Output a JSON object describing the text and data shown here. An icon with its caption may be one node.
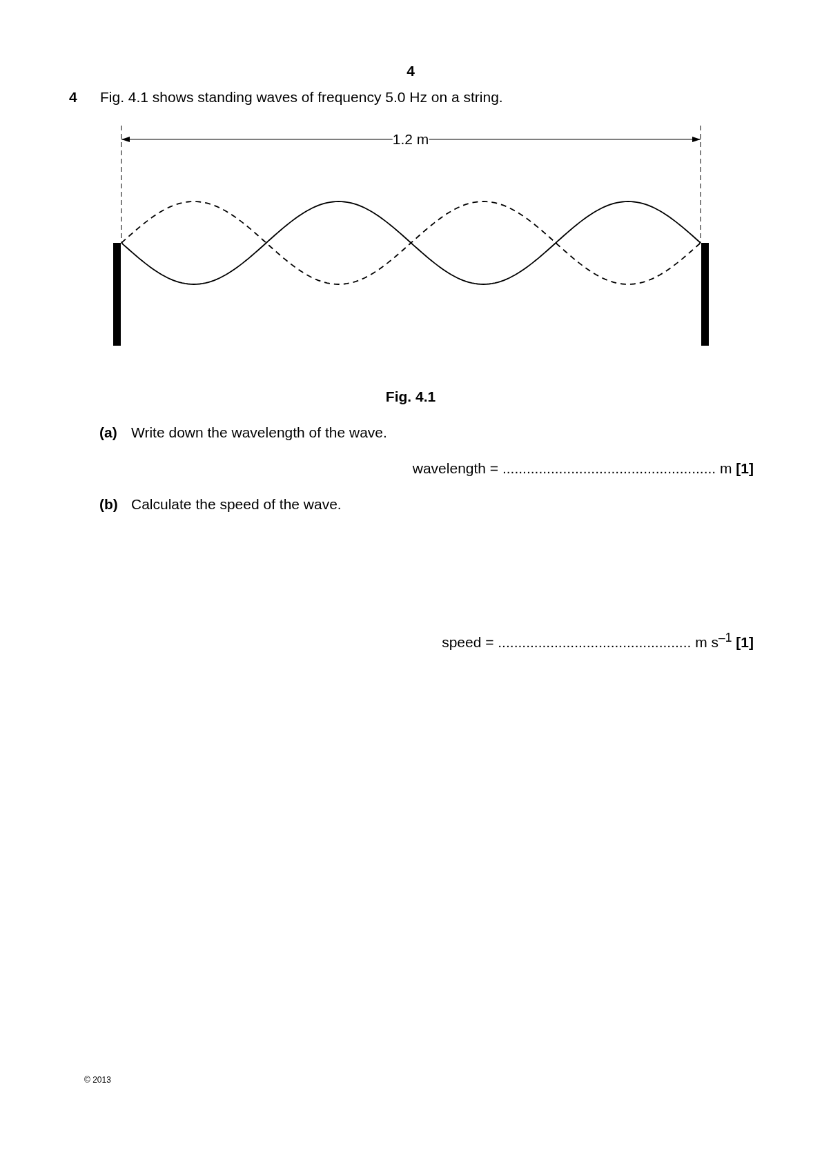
{
  "diagram": {
    "caption": "Fig. 4.1",
    "labels": [
      "4",
      "4",
      "Fig. 4.1 shows standing waves of frequency 5.0 Hz on a string.",
      "1.2 m",
      "(a)",
      "Write down the wavelength of the wave.",
      "wavelength = ..................................................... m **[1]**",
      "(b)",
      "Calculate the speed of the wave.",
      "speed = ................................................ m s$^{–1}$ **[1]**",
      "© 2013"
    ]
  }
}
